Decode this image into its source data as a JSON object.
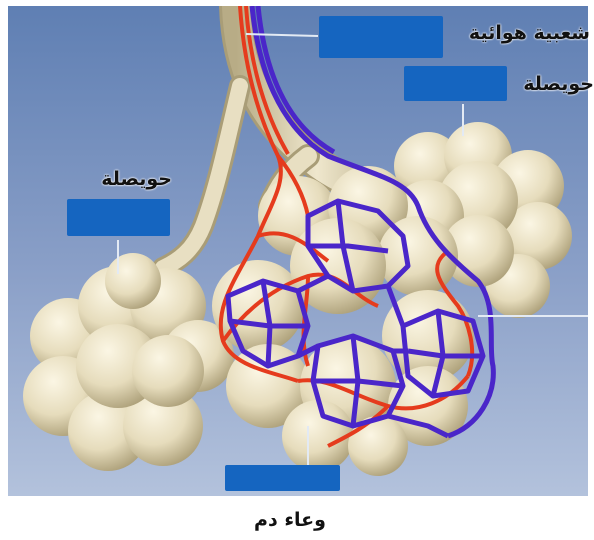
{
  "labels": {
    "bronchiole": "شعبية هوائية",
    "alveolus_top": "حويصلة",
    "alveolus_left": "حويصلة",
    "blood_vessel": "وعاء دم"
  },
  "colors": {
    "background_top": "#5f7fb3",
    "background_bottom": "#a7b9d8",
    "alveolus": "#eee6cc",
    "alveolus_shade": "#b9ad88",
    "artery": "#e53b1d",
    "vein": "#4a26c9",
    "label_box": "#1565c0"
  }
}
